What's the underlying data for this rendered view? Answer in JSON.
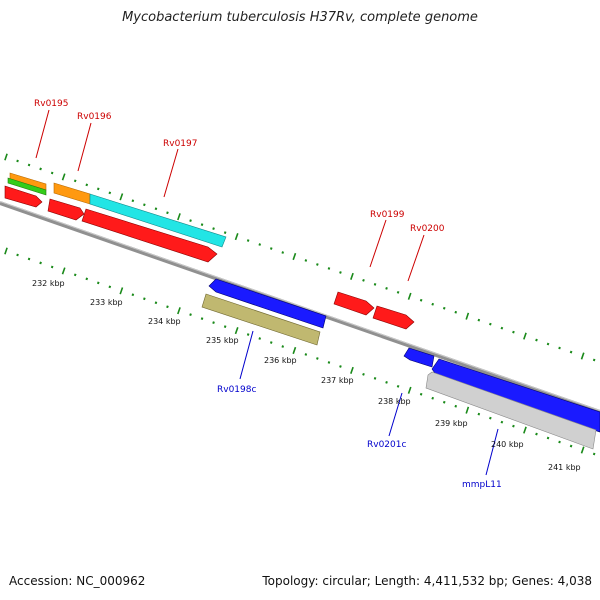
{
  "title": "Mycobacterium tuberculosis H37Rv, complete genome",
  "footer": {
    "accession": "Accession: NC_000962",
    "summary": "Topology: circular; Length: 4,411,532 bp; Genes: 4,038"
  },
  "colors": {
    "forward_label": "#cc0000",
    "reverse_label": "#0000cc",
    "tick": "#1a8a1a",
    "backbone": "#808080",
    "red": "#ff1a1a",
    "blue": "#1a1aff",
    "orange": "#ff9910",
    "green": "#33cc1a",
    "cyan": "#22e5e5",
    "olive": "#c0b870",
    "lightgray": "#d0d0d0"
  },
  "scale_labels": [
    "232 kbp",
    "233 kbp",
    "234 kbp",
    "235 kbp",
    "236 kbp",
    "237 kbp",
    "238 kbp",
    "239 kbp",
    "240 kbp",
    "241 kbp"
  ],
  "gene_labels": {
    "rv0195": "Rv0195",
    "rv0196": "Rv0196",
    "rv0197": "Rv0197",
    "rv0199": "Rv0199",
    "rv0200": "Rv0200",
    "rv0198c": "Rv0198c",
    "rv0201c": "Rv0201c",
    "mmpl11": "mmpL11"
  }
}
